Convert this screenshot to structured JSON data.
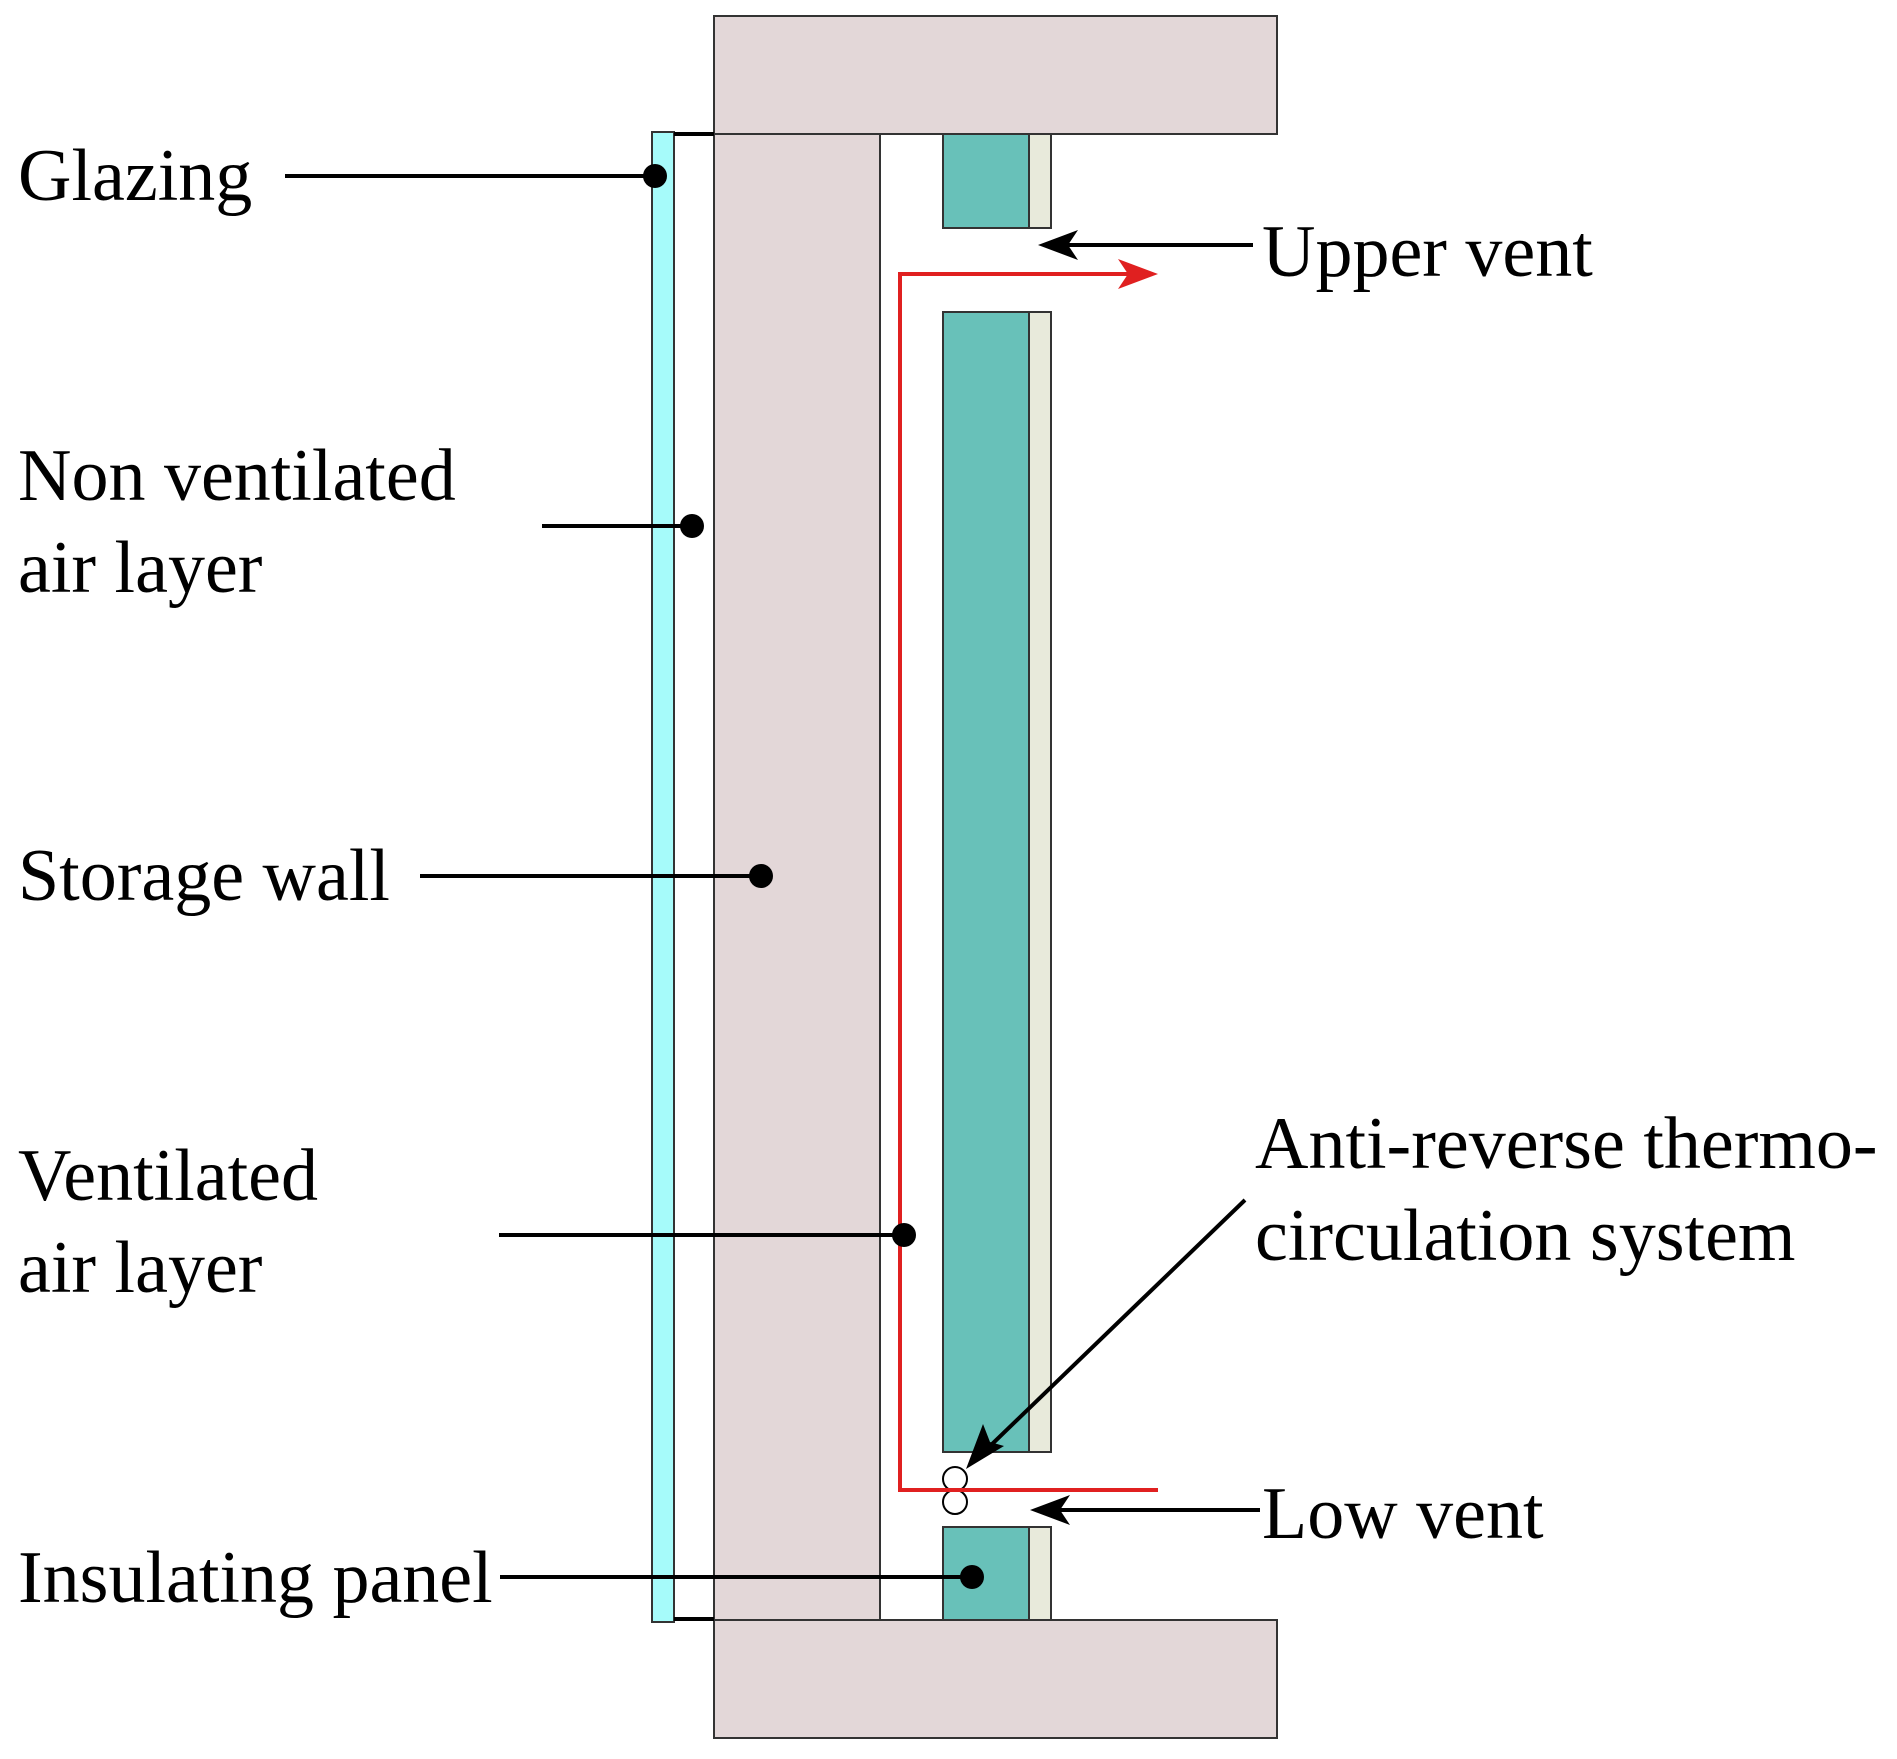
{
  "labels": {
    "glazing": "Glazing",
    "non_ventilated_line1": "Non ventilated",
    "non_ventilated_line2": "air layer",
    "storage_wall": "Storage wall",
    "ventilated_line1": "Ventilated",
    "ventilated_line2": "air layer",
    "insulating_panel": "Insulating panel",
    "upper_vent": "Upper vent",
    "anti_reverse_line1": "Anti-reverse thermo-",
    "anti_reverse_line2": "circulation system",
    "low_vent": "Low vent"
  },
  "colors": {
    "wall": "#e3d7d8",
    "glazing": "#a6fbfa",
    "panel": "#68c1b9",
    "panel_facing": "#e8eadb",
    "airflow": "#e02020",
    "outline": "#000000"
  }
}
